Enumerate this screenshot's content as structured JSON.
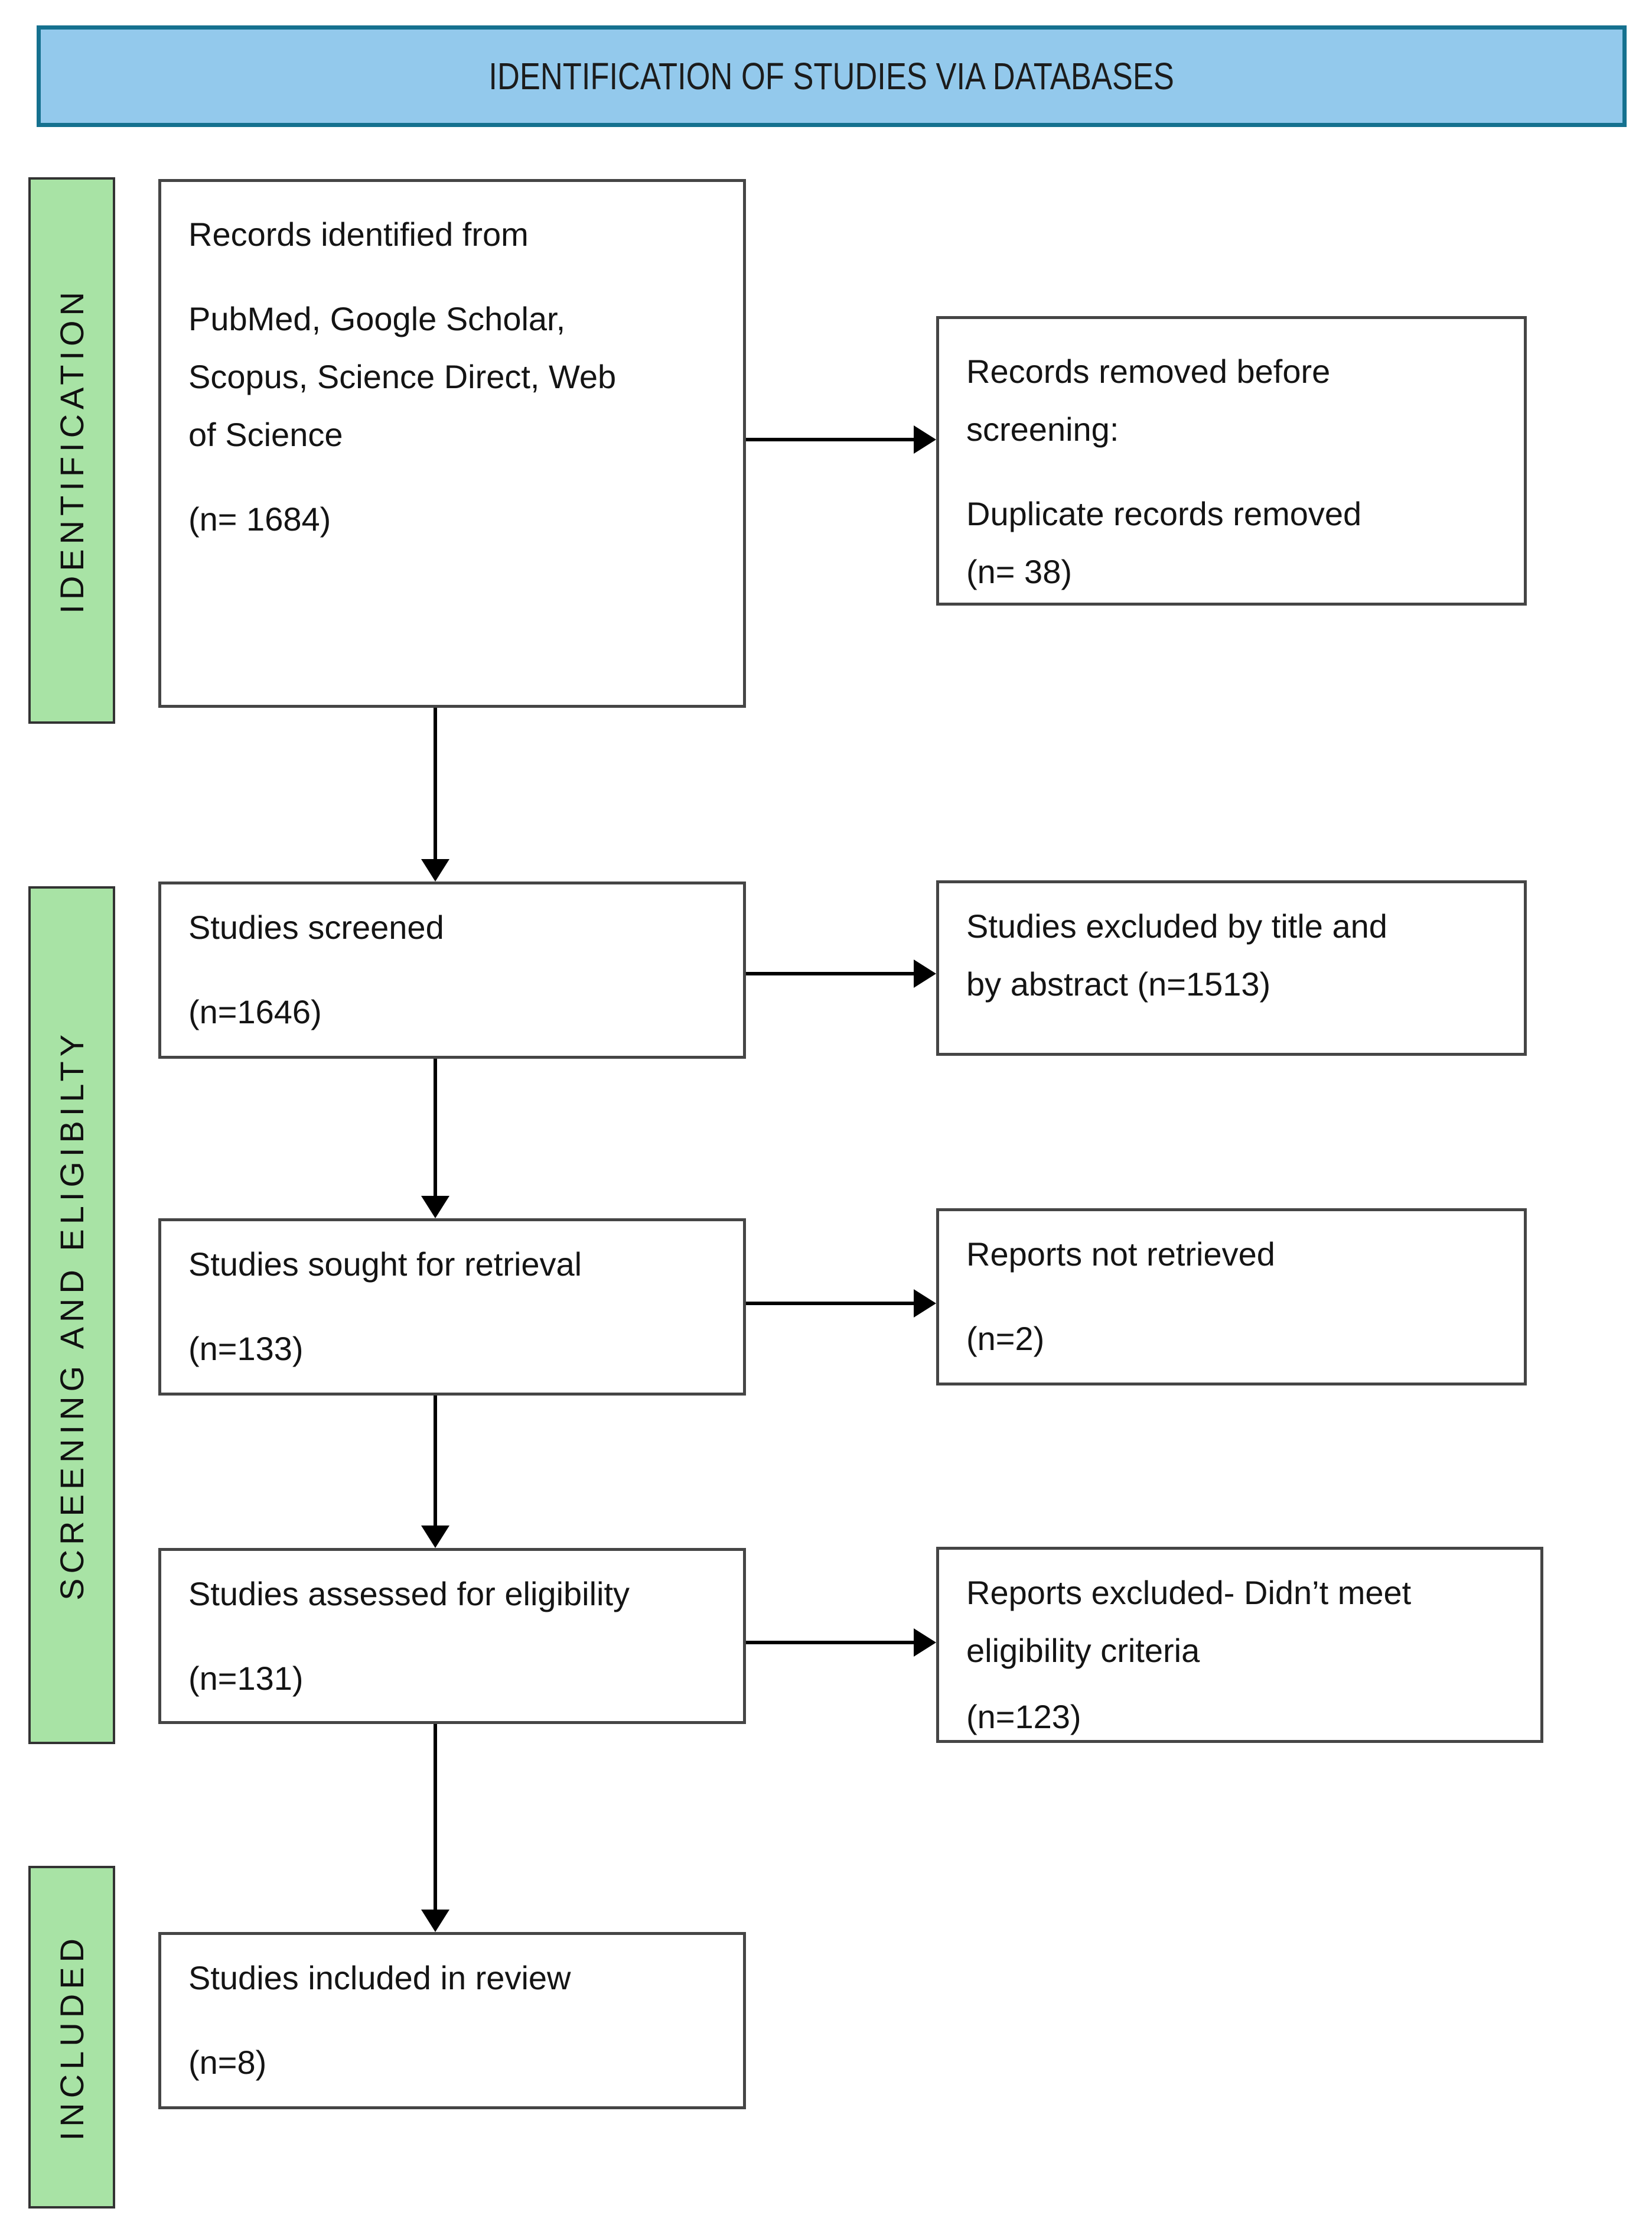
{
  "banner": {
    "title": "IDENTIFICATION OF STUDIES VIA DATABASES"
  },
  "stages": [
    {
      "label": "IDENTIFICATION"
    },
    {
      "label": "SCREENING AND ELIGIBILTY"
    },
    {
      "label": "INCLUDED"
    }
  ],
  "boxes": {
    "records_identified": {
      "lines": [
        "Records identified from",
        "PubMed, Google Scholar,",
        "Scopus, Science Direct, Web",
        "of Science",
        "(n= 1684)"
      ]
    },
    "records_removed": {
      "lines": [
        "Records removed before",
        "screening:",
        "Duplicate records removed",
        "(n= 38)"
      ]
    },
    "studies_screened": {
      "lines": [
        "Studies screened",
        "(n=1646)"
      ]
    },
    "studies_excluded": {
      "lines": [
        "Studies excluded by title and",
        "by abstract (n=1513)"
      ]
    },
    "studies_sought": {
      "lines": [
        "Studies sought for retrieval",
        "(n=133)"
      ]
    },
    "reports_not_retrieved": {
      "lines": [
        "Reports not retrieved",
        "(n=2)"
      ]
    },
    "studies_assessed": {
      "lines": [
        "Studies assessed for eligibility",
        "(n=131)"
      ]
    },
    "reports_excluded": {
      "lines": [
        "Reports excluded- Didn’t meet",
        "eligibility criteria",
        "(n=123)"
      ]
    },
    "studies_included": {
      "lines": [
        "Studies included in review",
        "(n=8)"
      ]
    }
  },
  "colors": {
    "banner_fill": "#93C9EC",
    "banner_border": "#15718F",
    "stage_fill": "#A8E3A5",
    "stage_border": "#333333",
    "box_border": "#454545",
    "arrow": "#000000",
    "text": "#141414"
  }
}
